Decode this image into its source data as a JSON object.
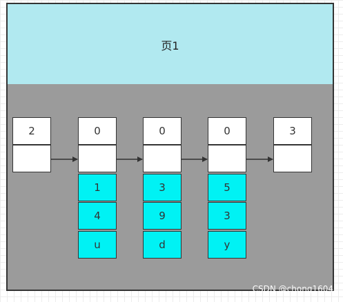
{
  "page": {
    "title": "页1"
  },
  "blocks": [
    {
      "top": "2",
      "items": []
    },
    {
      "top": "0",
      "items": [
        "1",
        "4",
        "u"
      ]
    },
    {
      "top": "0",
      "items": [
        "3",
        "9",
        "d"
      ]
    },
    {
      "top": "0",
      "items": [
        "5",
        "3",
        "y"
      ]
    },
    {
      "top": "3",
      "items": []
    }
  ],
  "colors": {
    "header": "#b1e9f0",
    "body": "#9b9b9b",
    "record": "#00f2f4",
    "slot": "#ffffff"
  },
  "watermark": "CSDN @chong1604"
}
